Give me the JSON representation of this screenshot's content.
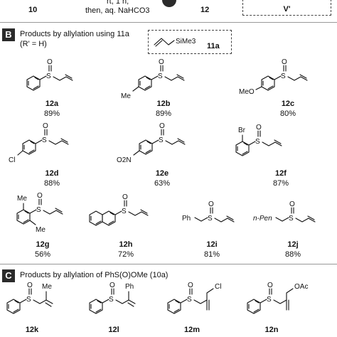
{
  "top": {
    "left_num": "10",
    "conditions_line1": "rt, 1 h;",
    "conditions_line2": "then, aq. NaHCO3",
    "product_num": "12",
    "box_label": "V'"
  },
  "sectionB": {
    "letter": "B",
    "title": "Products by allylation using 11a",
    "note": "(R' = H)",
    "reagent_label": "SiMe3",
    "reagent_num": "11a",
    "items": [
      {
        "label": "12a",
        "yield": "89%"
      },
      {
        "label": "12b",
        "yield": "89%",
        "sub": "Me"
      },
      {
        "label": "12c",
        "yield": "80%",
        "sub": "MeO"
      },
      {
        "label": "12d",
        "yield": "88%",
        "sub": "Cl"
      },
      {
        "label": "12e",
        "yield": "63%",
        "sub": "O2N"
      },
      {
        "label": "12f",
        "yield": "87%",
        "sub": "Br"
      },
      {
        "label": "12g",
        "yield": "56%",
        "sub1": "Me",
        "sub2": "Me"
      },
      {
        "label": "12h",
        "yield": "72%"
      },
      {
        "label": "12i",
        "yield": "81%",
        "sub": "Ph"
      },
      {
        "label": "12j",
        "yield": "88%",
        "sub": "n-Pen"
      }
    ]
  },
  "sectionC": {
    "letter": "C",
    "title": "Products by allylation of PhS(O)OMe (10a)",
    "items": [
      {
        "label": "12k",
        "sub": "Me"
      },
      {
        "label": "12l",
        "sub": "Ph"
      },
      {
        "label": "12m",
        "sub": "Cl"
      },
      {
        "label": "12n",
        "sub": "OAc"
      }
    ]
  },
  "atoms": {
    "S": "S",
    "O": "O"
  }
}
